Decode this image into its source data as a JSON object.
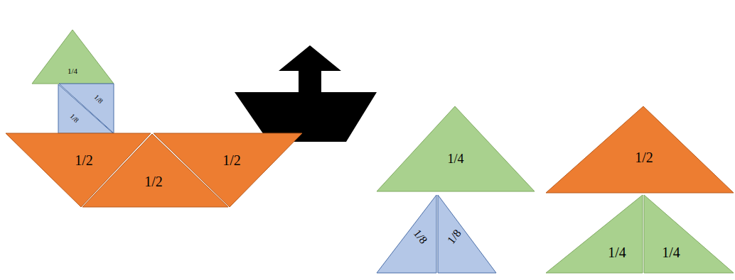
{
  "diagram": {
    "nodes": [
      {
        "text": [
          "1/4"
        ]
      },
      {
        "text": [
          "1/8"
        ]
      },
      {
        "text": [
          "1/8"
        ]
      },
      {
        "text": [
          "1/2"
        ]
      },
      {
        "text": [
          "1/2"
        ]
      },
      {
        "text": [
          "1/2"
        ]
      },
      {
        "text": [
          "1/4"
        ]
      },
      {
        "text": [
          "1/2"
        ]
      },
      {
        "text": [
          "1/8"
        ]
      },
      {
        "text": [
          "1/8"
        ]
      },
      {
        "text": [
          "1/4"
        ]
      },
      {
        "text": [
          "1/4"
        ]
      }
    ]
  }
}
